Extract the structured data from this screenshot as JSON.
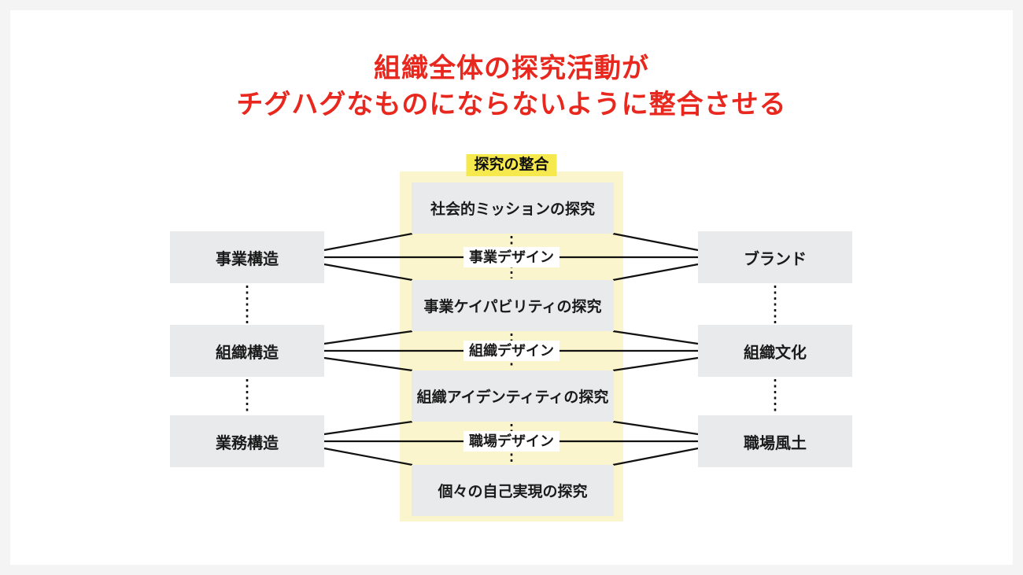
{
  "title": {
    "line1": "組織全体の探究活動が",
    "line2": "チグハグなものにならないように整合させる"
  },
  "center_column": {
    "header": "探究の整合",
    "boxes": [
      "社会的ミッションの探究",
      "事業ケイパビリティの探究",
      "組織アイデンティティの探究",
      "個々の自己実現の探究"
    ],
    "connectors": [
      "事業デザイン",
      "組織デザイン",
      "職場デザイン"
    ]
  },
  "left_column": {
    "boxes": [
      "事業構造",
      "組織構造",
      "業務構造"
    ]
  },
  "right_column": {
    "boxes": [
      "ブランド",
      "組織文化",
      "職場風土"
    ]
  },
  "colors": {
    "title_red": "#e8281e",
    "panel_yellow": "#faf5cc",
    "header_highlight_yellow": "#f6e94e",
    "node_gray": "#e9eaec",
    "line_black": "#111111",
    "page_margin_gray": "#f4f4f5",
    "canvas_white": "#ffffff"
  }
}
